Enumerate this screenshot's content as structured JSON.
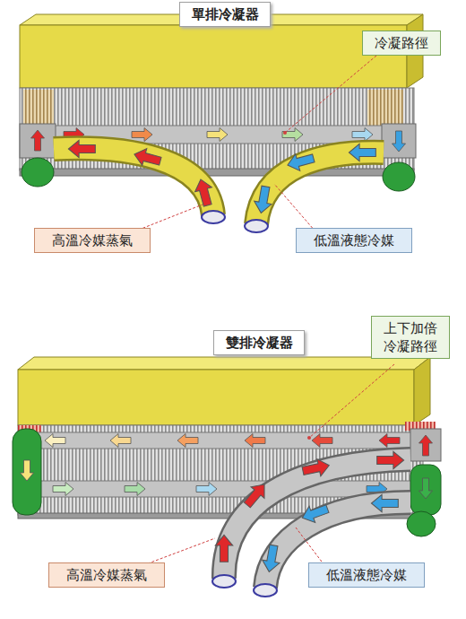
{
  "diagram": {
    "nodes": [
      {
        "text": [
          "單排冷凝器"
        ]
      },
      {
        "text": [
          "冷凝路徑"
        ]
      },
      {
        "text": [
          "高溫冷媒蒸氣"
        ]
      },
      {
        "text": [
          "低溫液態冷媒"
        ]
      },
      {
        "text": [
          "雙排冷凝器"
        ]
      },
      {
        "text": [
          "上下加倍 冷凝路徑"
        ]
      },
      {
        "text": [
          "高溫冷媒蒸氣"
        ]
      },
      {
        "text": [
          "低溫液態冷媒"
        ]
      }
    ]
  }
}
